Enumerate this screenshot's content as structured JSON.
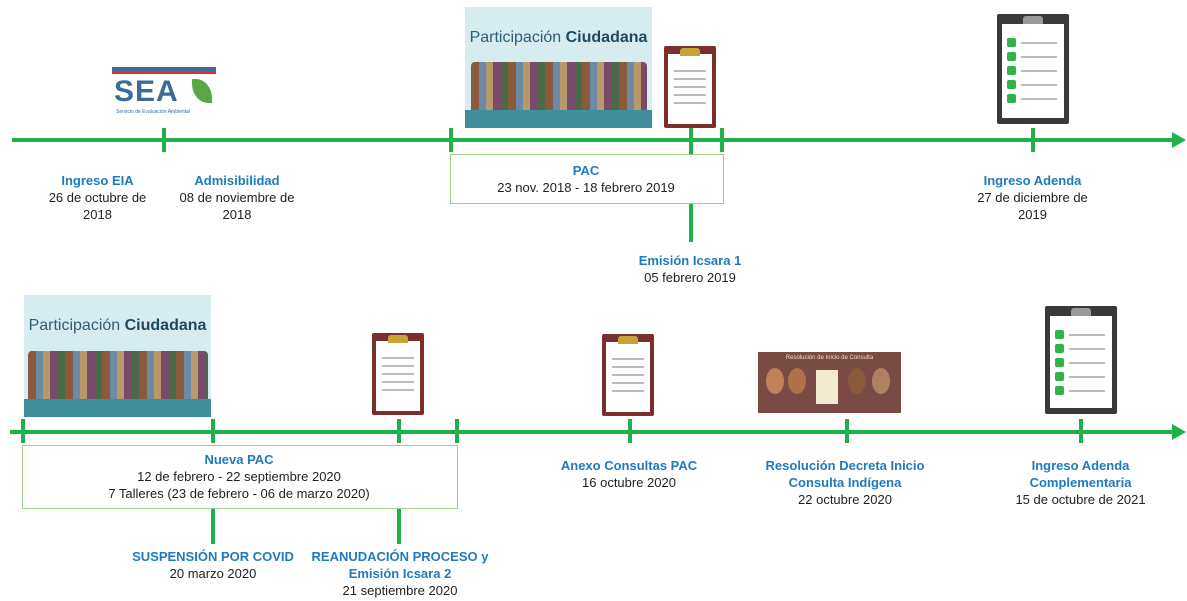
{
  "logo": {
    "name": "SEA",
    "subtitle": "Servicio de Evaluación Ambiental",
    "colors": {
      "blue": "#3a6c9a",
      "red": "#d9323a",
      "green": "#5aa845"
    }
  },
  "banner": {
    "title_regular": "Participación",
    "title_bold": "Ciudadana"
  },
  "resolution_image_caption": "Resolución de Inicio de Consulta",
  "colors": {
    "timeline": "#1fb24a",
    "title": "#1f7bbd",
    "text": "#222222",
    "box_border": "#9fd08a"
  },
  "events": {
    "ingreso_eia": {
      "title": "Ingreso EIA",
      "date1": "26 de octubre de",
      "date2": "2018"
    },
    "admisibilidad": {
      "title": "Admisibilidad",
      "date1": "08 de noviembre de",
      "date2": "2018"
    },
    "pac": {
      "title": "PAC",
      "date1": "23 nov. 2018 - 18 febrero 2019"
    },
    "icsara1": {
      "title": "Emisión Icsara 1",
      "date1": "05 febrero 2019"
    },
    "adenda": {
      "title": "Ingreso Adenda",
      "date1": "27 de diciembre de",
      "date2": "2019"
    },
    "nueva_pac": {
      "title": "Nueva PAC",
      "date1": "12 de febrero - 22 septiembre 2020",
      "date2": "7 Talleres (23 de febrero - 06 de marzo 2020)"
    },
    "covid": {
      "title": "SUSPENSIÓN POR COVID",
      "date1": "20 marzo 2020"
    },
    "reanudacion": {
      "title1": "REANUDACIÓN PROCESO y",
      "title2": "Emisión Icsara 2",
      "date1": "21 septiembre 2020"
    },
    "anexo": {
      "title": "Anexo Consultas PAC",
      "date1": "16 octubre 2020"
    },
    "resolucion": {
      "title1": "Resolución Decreta Inicio",
      "title2": "Consulta Indígena",
      "date1": "22 octubre 2020"
    },
    "adenda_comp": {
      "title1": "Ingreso Adenda",
      "title2": "Complementaria",
      "date1": "15 de octubre de 2021"
    }
  }
}
